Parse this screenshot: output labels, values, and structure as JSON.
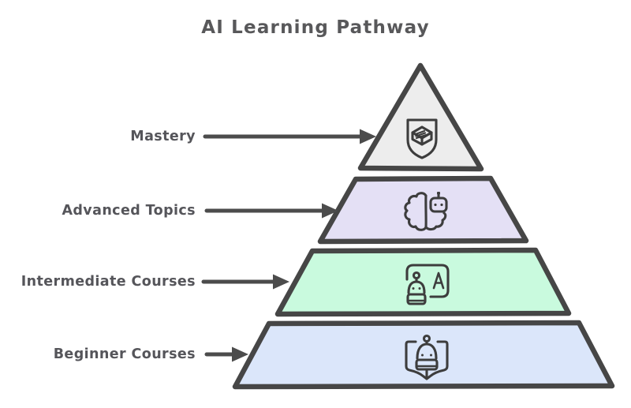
{
  "title": "AI Learning Pathway",
  "background_color": "#ffffff",
  "colors": {
    "outline": "#464646",
    "arrow": "#4c4c4c",
    "icon_stroke": "#3d3d3d",
    "label_text": "#55555a",
    "title_text": "#58585a"
  },
  "pyramid": {
    "type": "pyramid",
    "levels": [
      {
        "rank": 1,
        "label": "Mastery",
        "fill": "#ededed",
        "icon": "shield-badge-icon"
      },
      {
        "rank": 2,
        "label": "Advanced Topics",
        "fill": "#e4e0f5",
        "icon": "ai-brain-icon"
      },
      {
        "rank": 3,
        "label": "Intermediate Courses",
        "fill": "#c9fade",
        "icon": "robot-lesson-icon"
      },
      {
        "rank": 4,
        "label": "Beginner Courses",
        "fill": "#dbe6fa",
        "icon": "robot-book-icon"
      }
    ]
  }
}
